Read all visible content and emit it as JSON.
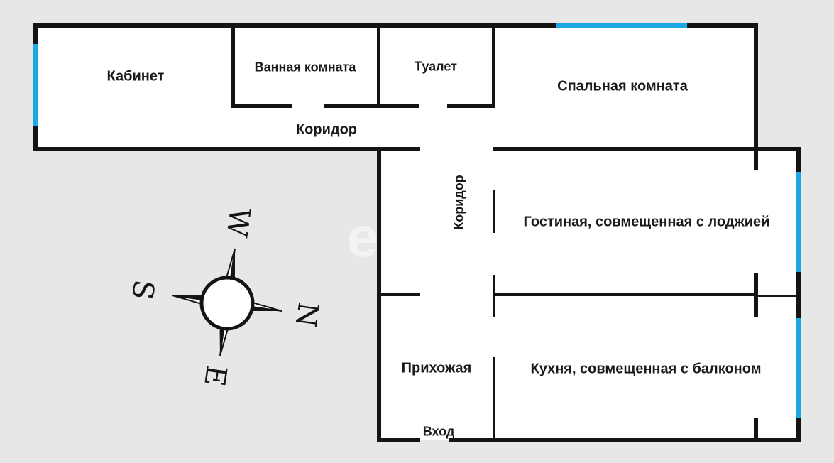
{
  "title": "Apartment floor plan",
  "colors": {
    "background": "#e7e7e7",
    "plan_fill": "#ffffff",
    "wall": "#141414",
    "window": "#1aa7e2",
    "text": "#1a1a1a",
    "watermark": "#f3f3f3"
  },
  "watermark": "e",
  "rooms": {
    "kabinet": {
      "label": "Кабинет"
    },
    "vannaya": {
      "label": "Ванная комната"
    },
    "tualet": {
      "label": "Туалет"
    },
    "spalnaya": {
      "label": "Спальная комната"
    },
    "koridor_top": {
      "label": "Коридор"
    },
    "koridor_vertical": {
      "label": "Коридор"
    },
    "gostinaya": {
      "label": "Гостиная, совмещенная с лоджией"
    },
    "prihozhaya": {
      "label": "Прихожая"
    },
    "kuhnya": {
      "label": "Кухня, совмещенная с балконом"
    },
    "vhod": {
      "label": "Вход"
    }
  },
  "compass": {
    "north": "N",
    "south": "S",
    "east": "E",
    "west": "W"
  }
}
